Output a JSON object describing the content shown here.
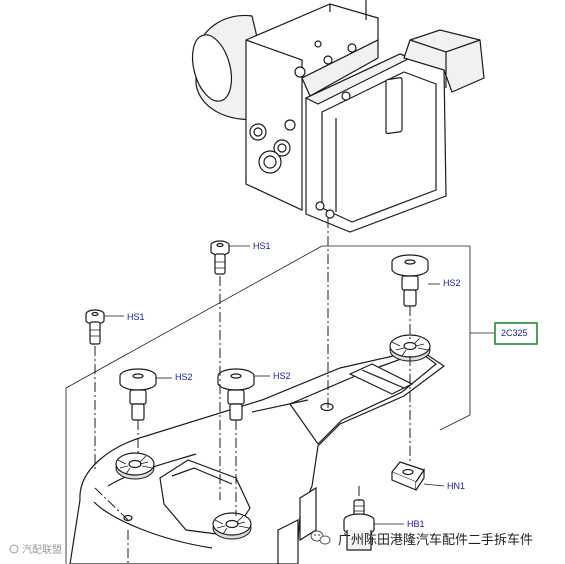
{
  "labels": {
    "hs1_top": "HS1",
    "hs1_left": "HS1",
    "hs2_right": "HS2",
    "hs2_left": "HS2",
    "hs2_mid": "HS2",
    "hn1": "HN1",
    "hb1": "HB1"
  },
  "reference": {
    "code": "2C325",
    "border_color": "#1e8a2e"
  },
  "watermark": {
    "text": "广州陈田港隆汽车配件二手拆车件",
    "logo_text": "汽配联盟"
  },
  "colors": {
    "label_text": "#1a1aa6",
    "line": "#1c1c1c"
  }
}
